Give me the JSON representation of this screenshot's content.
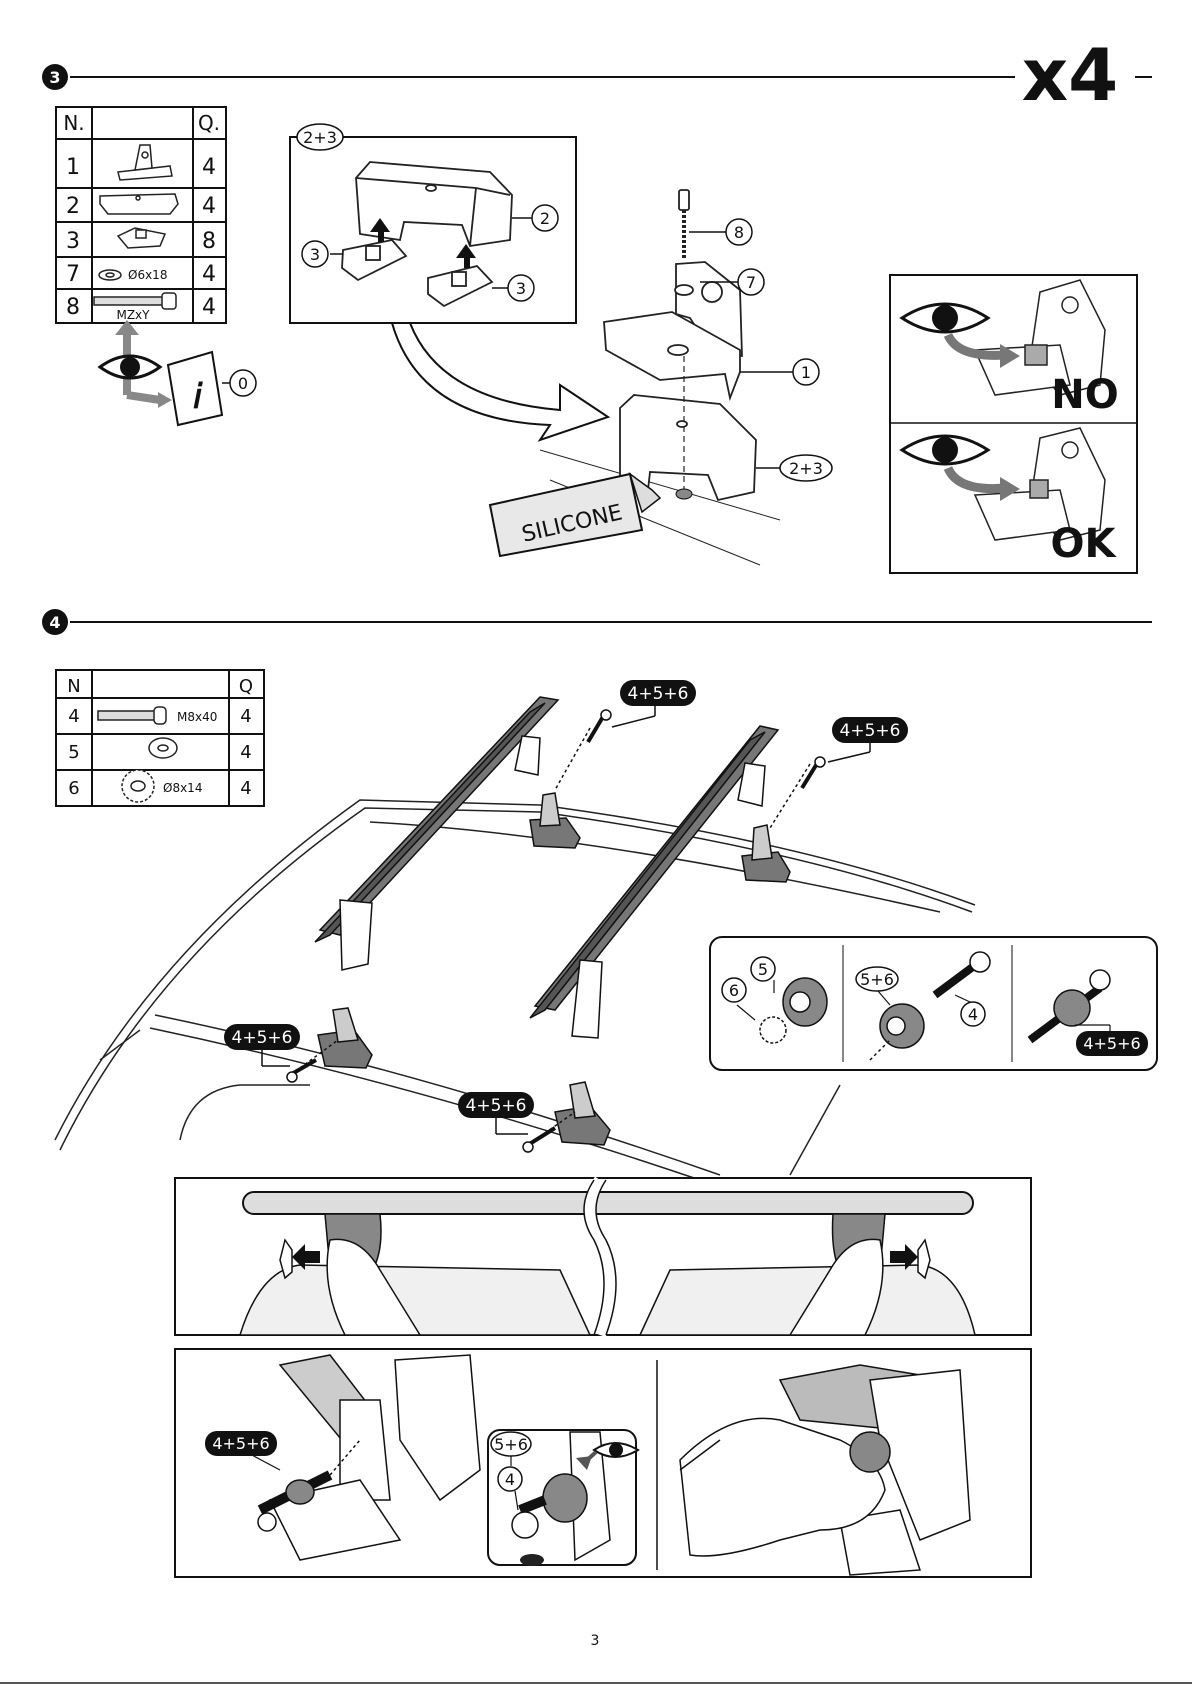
{
  "header": {
    "step3_number": "3",
    "step4_number": "4",
    "multiplier": "x4"
  },
  "step3_table": {
    "headers": [
      "N.",
      "",
      "Q."
    ],
    "rows": [
      {
        "n": "1",
        "label": "",
        "q": "4"
      },
      {
        "n": "2",
        "label": "",
        "q": "4"
      },
      {
        "n": "3",
        "label": "",
        "q": "8"
      },
      {
        "n": "7",
        "label": "Ø6x18",
        "q": "4"
      },
      {
        "n": "8",
        "label": "MZxY",
        "q": "4"
      }
    ]
  },
  "step3_callouts": {
    "info": "0",
    "box": "2+3",
    "part2": "2",
    "part3a": "3",
    "part3b": "3",
    "part8": "8",
    "part7": "7",
    "part1": "1",
    "part23": "2+3",
    "silicone": "SILICONE"
  },
  "verify": {
    "no_label": "NO",
    "ok_label": "OK"
  },
  "step4_table": {
    "headers": [
      "N",
      "",
      "Q"
    ],
    "rows": [
      {
        "n": "4",
        "label": "M8x40",
        "q": "4"
      },
      {
        "n": "5",
        "label": "",
        "q": "4"
      },
      {
        "n": "6",
        "label": "Ø8x14",
        "q": "4"
      }
    ]
  },
  "step4_callouts": {
    "top_left": "4+5+6",
    "top_right": "4+5+6",
    "mid_left": "4+5+6",
    "mid_right": "4+5+6",
    "detail_5": "5",
    "detail_6": "6",
    "detail_56": "5+6",
    "detail_4": "4",
    "detail_456": "4+5+6",
    "bottom_456": "4+5+6",
    "bottom_56": "5+6",
    "bottom_4": "4"
  },
  "footer": {
    "page_number": "3"
  }
}
